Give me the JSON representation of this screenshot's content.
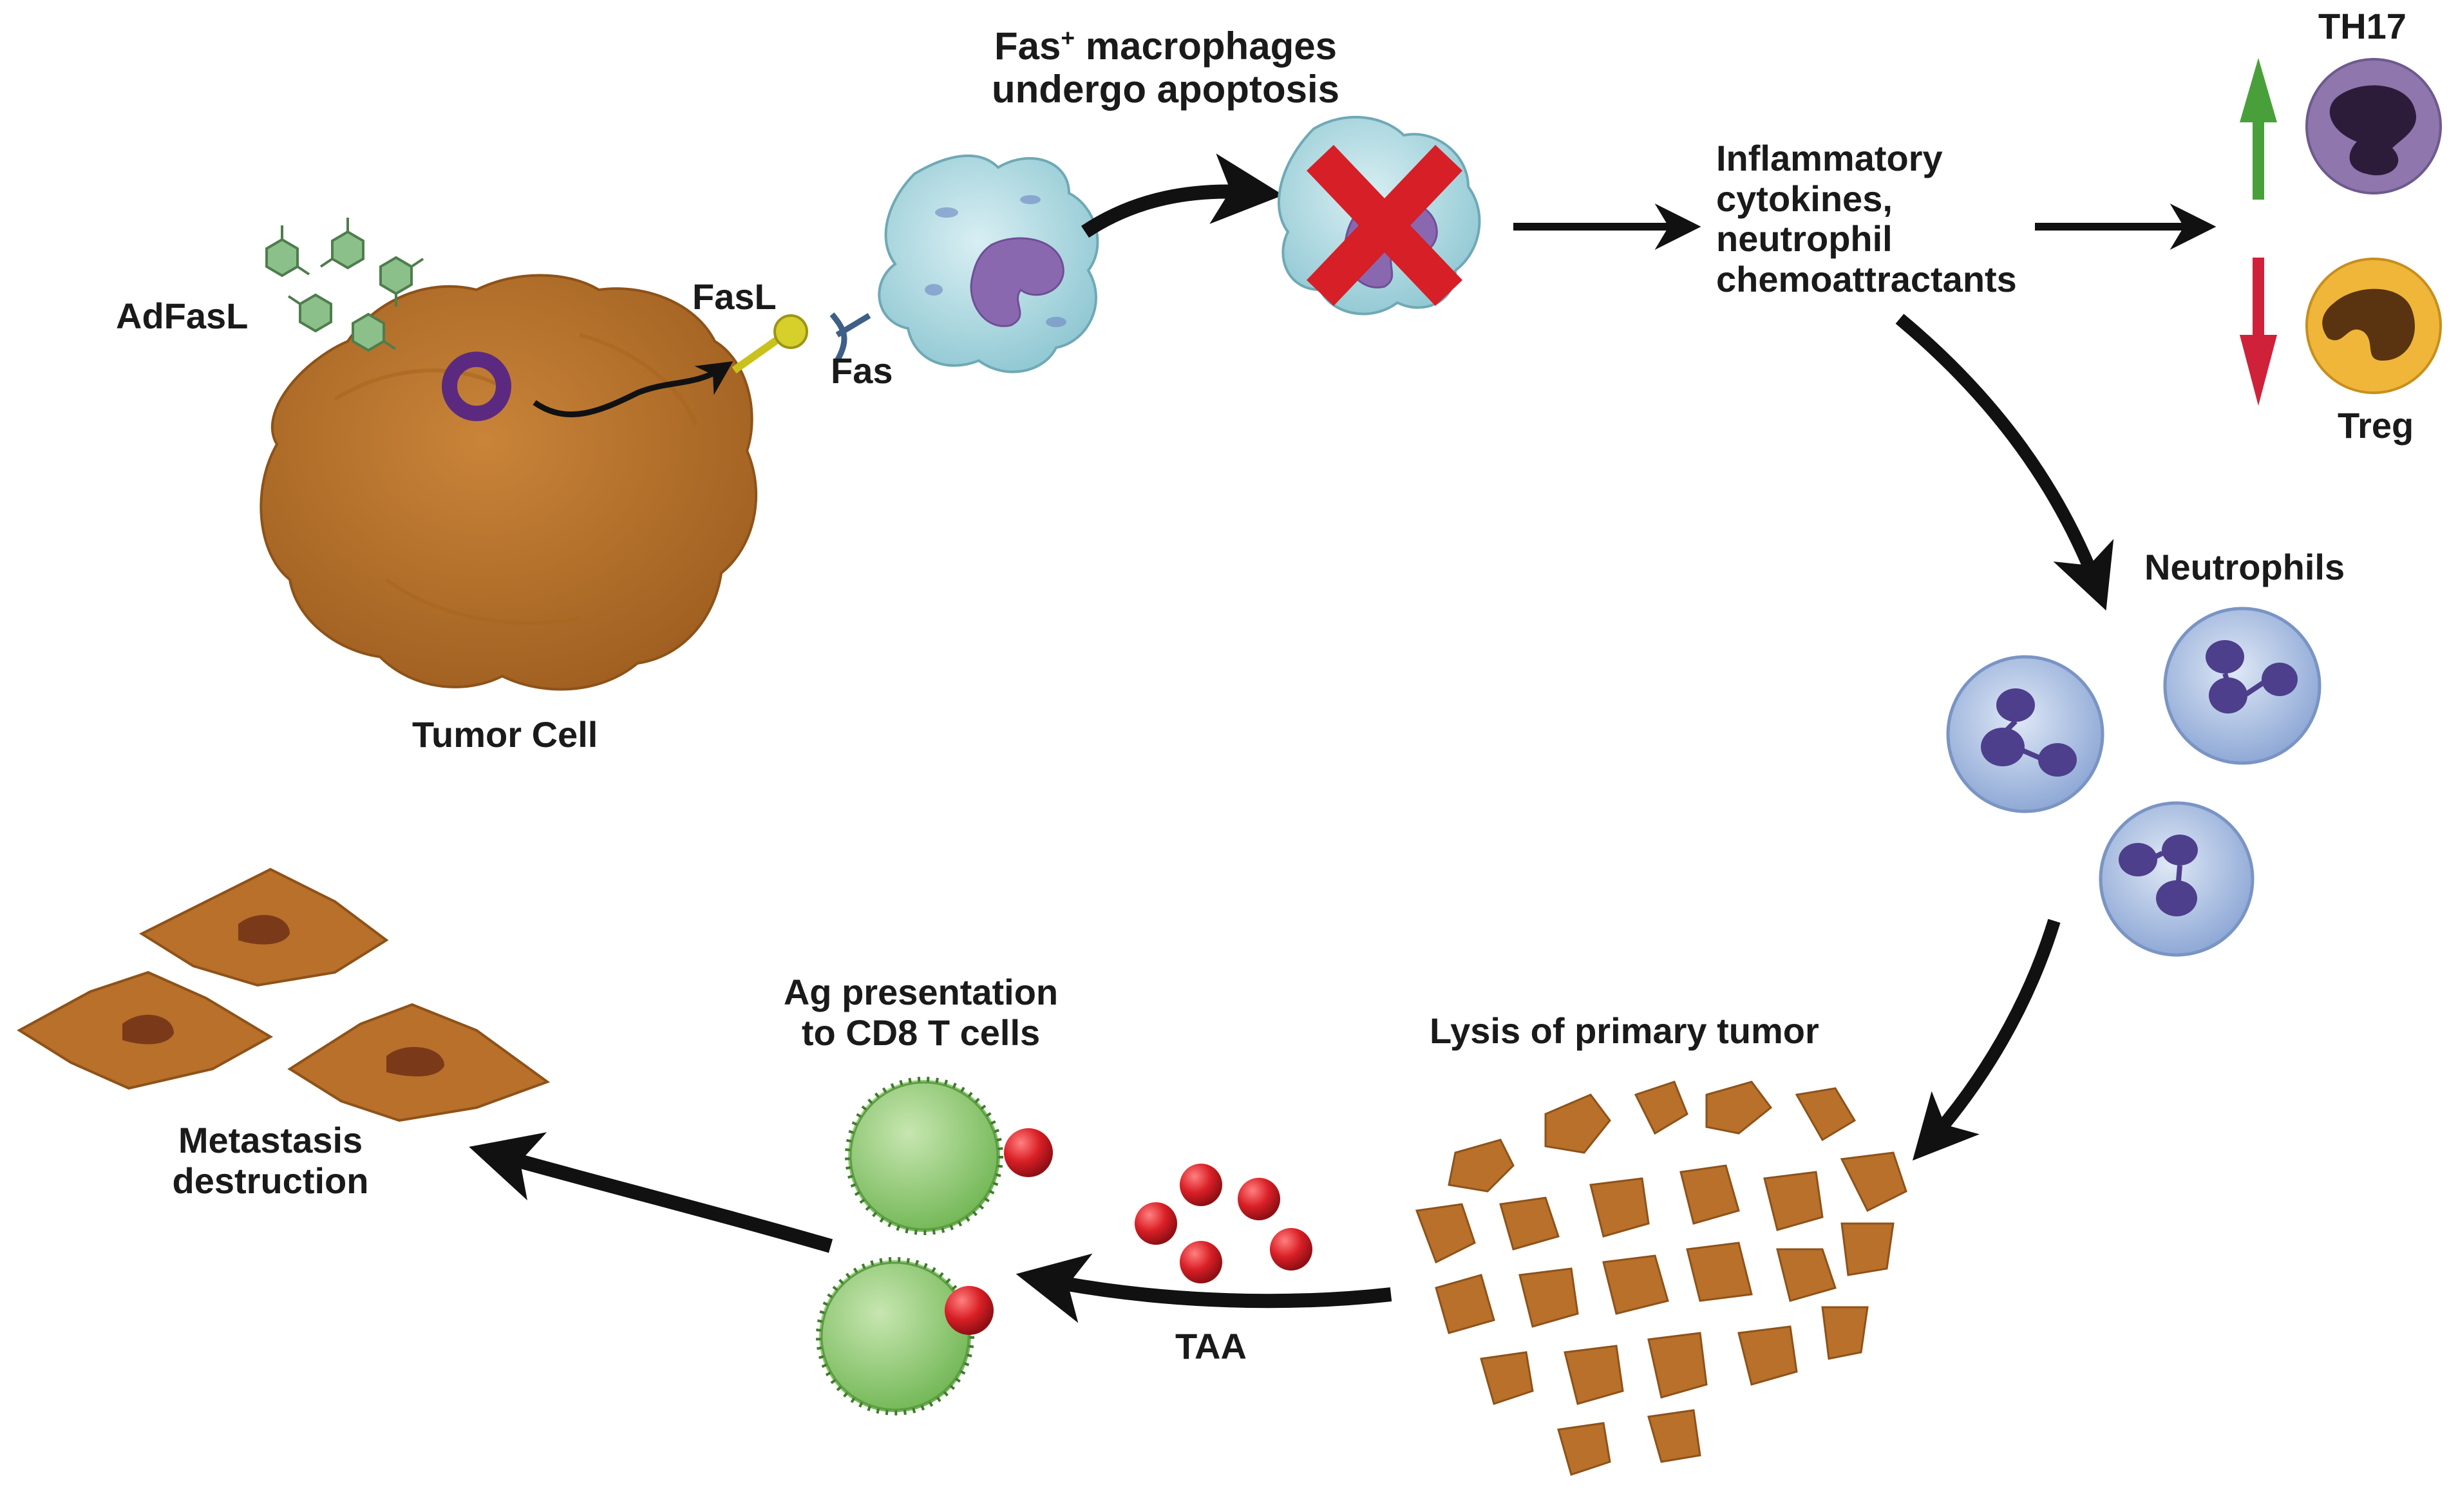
{
  "labels": {
    "adfasl": "AdFasL",
    "fasl": "FasL",
    "fas": "Fas",
    "tumor_cell": "Tumor Cell",
    "fas_macrophages_prefix": "Fas",
    "fas_macrophages_sup": "+",
    "fas_macrophages_rest": " macrophages",
    "undergo_apoptosis": "undergo apoptosis",
    "cytokines_line1": "Inflammatory",
    "cytokines_line2": "cytokines,",
    "cytokines_line3": "neutrophil",
    "cytokines_line4": "chemoattractants",
    "th17": "TH17",
    "treg": "Treg",
    "neutrophils": "Neutrophils",
    "lysis": "Lysis of primary tumor",
    "taa": "TAA",
    "ag_line1": "Ag presentation",
    "ag_line2": "to CD8 T cells",
    "metastasis_line1": "Metastasis",
    "metastasis_line2": "destruction"
  },
  "colors": {
    "tumor": "#b8702a",
    "tumor_dark": "#8e5219",
    "macrophage": "#a9d7df",
    "macrophage_nucleus": "#8a68b0",
    "apoptosis_x": "#d61f26",
    "th17_cell": "#8f76ad",
    "treg_cell": "#f0b63a",
    "arrow_up": "#49a03a",
    "arrow_down": "#d0213a",
    "neutrophil": "#b8cde8",
    "neutrophil_nucleus": "#4d3f8c",
    "apc": "#86c66a",
    "antigen": "#d91f26",
    "vector": "#8cc08a",
    "plasmid": "#5b2a80",
    "fasl_ball": "#c9c21c",
    "arrow": "#111111"
  },
  "icons": {
    "adenovirus": "hexagon-virus-icon",
    "plasmid": "ring-icon",
    "fas_receptor": "y-receptor-icon",
    "apoptosis": "x-mark-icon",
    "upregulation": "up-arrow-icon",
    "downregulation": "down-arrow-icon"
  }
}
